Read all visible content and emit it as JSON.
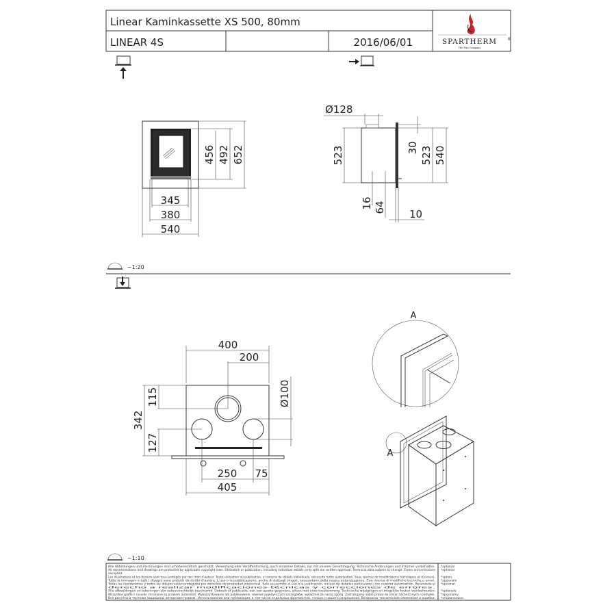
{
  "header": {
    "title": "Linear Kaminkassette XS 500, 80mm",
    "model": "LINEAR 4S",
    "empty_cell": "",
    "date": "2016/06/01",
    "logo": {
      "brand": "SPARTHERM",
      "tagline": "The Fire Company",
      "registered": "®",
      "flame_color": "#c8242b"
    }
  },
  "views": {
    "front_icon": "front-view-icon",
    "side_icon": "side-view-icon",
    "top_icon": "top-view-icon"
  },
  "front_view": {
    "dims": {
      "w_inner": "345",
      "w_door": "380",
      "w_total": "540",
      "h_glass": "456",
      "h_door": "492",
      "h_total": "652"
    }
  },
  "side_view": {
    "dims": {
      "flue": "Ø128",
      "h_left": "523",
      "top_offset": "30",
      "h_right": "523",
      "h_total": "540",
      "b1": "16",
      "b2": "64",
      "flange": "10"
    }
  },
  "scales": {
    "upper": "~1:20",
    "lower": "~1:10"
  },
  "top_view": {
    "dims": {
      "width": "400",
      "center": "200",
      "depth": "342",
      "front_offset": "115",
      "rear_offset": "127",
      "diameter": "Ø100",
      "spacing": "250",
      "side": "75",
      "flange_width": "405"
    }
  },
  "iso_view": {
    "detail_label": "A",
    "detail_marker": "A"
  },
  "footer": {
    "disclaimer": [
      "Alle Abbildungen und Zeichnungen sind urheberrechtlich geschützt. Verwertung oder Veröffentlichung, auch einzelner Details, nur mit unserer Genehmigung. Technische Änderungen und Irrtümer vorbehalten.",
      "All representations and drawings are protected by applicable copyright laws. Utilisation or publication, including individual details, only with our written approval. Technical data subject to change. Errors and omissions",
      "excepted.",
      "Les illustrations et les dessins sont tous protégés par des droit d'auteur. Toute utilisation ou publication, y compris de détails individuels, nécessite notre autorisation. Sous réserve de modifications techniques et d'erreurs.",
      "Tutte le immagini e tutti i disegni sono protetti da diritto d'autore. L'uso o la pubblicazione, anche di dettagli singoli, necessitano della nostra autorizzazione. Con riserva di modifiche tecniche e errori.",
      "Todas las ilustraciones y todos los dibujos están protegidos por derechos de propiedad intelectual. Solo se permite el uso o la publicación, incluso de detalles particulares, con nuestra autorización. Reservado el",
      "derecho a realizar modificaciones técnicas y correcciones de errores.",
      "Alle afbeeldingen en tekeningen zijn auteursrechtelijk beschermd. Gebruik of publicatie, ook van aparte gegevens, alleen met onze toestemming. Technische wijzigingen en mogelijke fouten voorbehouden.",
      "Wszystkie grafiki i rysunki chronione są prawem autorskim. Wykorzystywanie lub publikowanie, również pojedynczych szczegółów, wyłącznie za naszą zgodą. Zastrzegamy sobie prawo do zmian technicznych i pomyłek.",
      "Все рисунки и чертежи защищены авторским правом.. Использование или публикация, в том числе отдельных фрагментов, только с нашего разрешения. Возможны технические изменения и ошибки."
    ],
    "optional": [
      "*optional",
      "*optional",
      "",
      "*option",
      "*opzionale",
      "*opcional",
      "",
      "*optionele",
      "*opcjonalny",
      "*опционально"
    ]
  }
}
